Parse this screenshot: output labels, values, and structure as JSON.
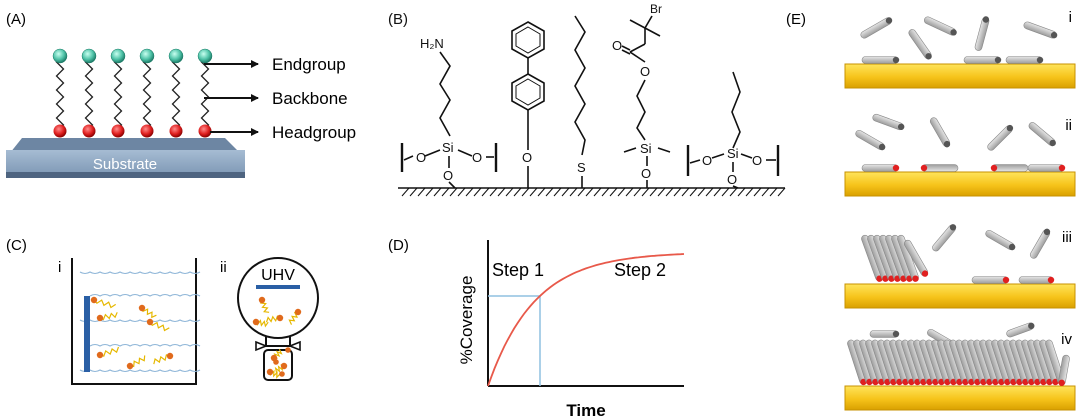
{
  "panels": {
    "a": {
      "tag": "(A)",
      "substrate": "Substrate",
      "endgroup": "Endgroup",
      "backbone": "Backbone",
      "headgroup": "Headgroup"
    },
    "b": {
      "tag": "(B)",
      "amine": "H₂N",
      "si": "Si",
      "o": "O",
      "s": "S",
      "br": "Br"
    },
    "c": {
      "tag": "(C)",
      "sub_i": "i",
      "sub_ii": "ii",
      "uhv": "UHV"
    },
    "d": {
      "tag": "(D)",
      "step1": "Step 1",
      "step2": "Step 2",
      "ylabel": "%Coverage",
      "xlabel": "Time"
    },
    "e": {
      "tag": "(E)",
      "rows": [
        "i",
        "ii",
        "iii",
        "iv"
      ]
    }
  },
  "colors": {
    "substrate_top": "#8ba4bf",
    "substrate_side": "#5f7691",
    "headgroup": "#e02020",
    "endgroup": "#4fc3a8",
    "gold": "#f6c31a",
    "gold_dark": "#c79200",
    "molecule": "#b8b8b8",
    "curve": "#e8594a",
    "guide": "#8fc0e0",
    "electrode": "#2a5fa5",
    "dot": "#e06a1c",
    "wiggle": "#e6b800"
  }
}
